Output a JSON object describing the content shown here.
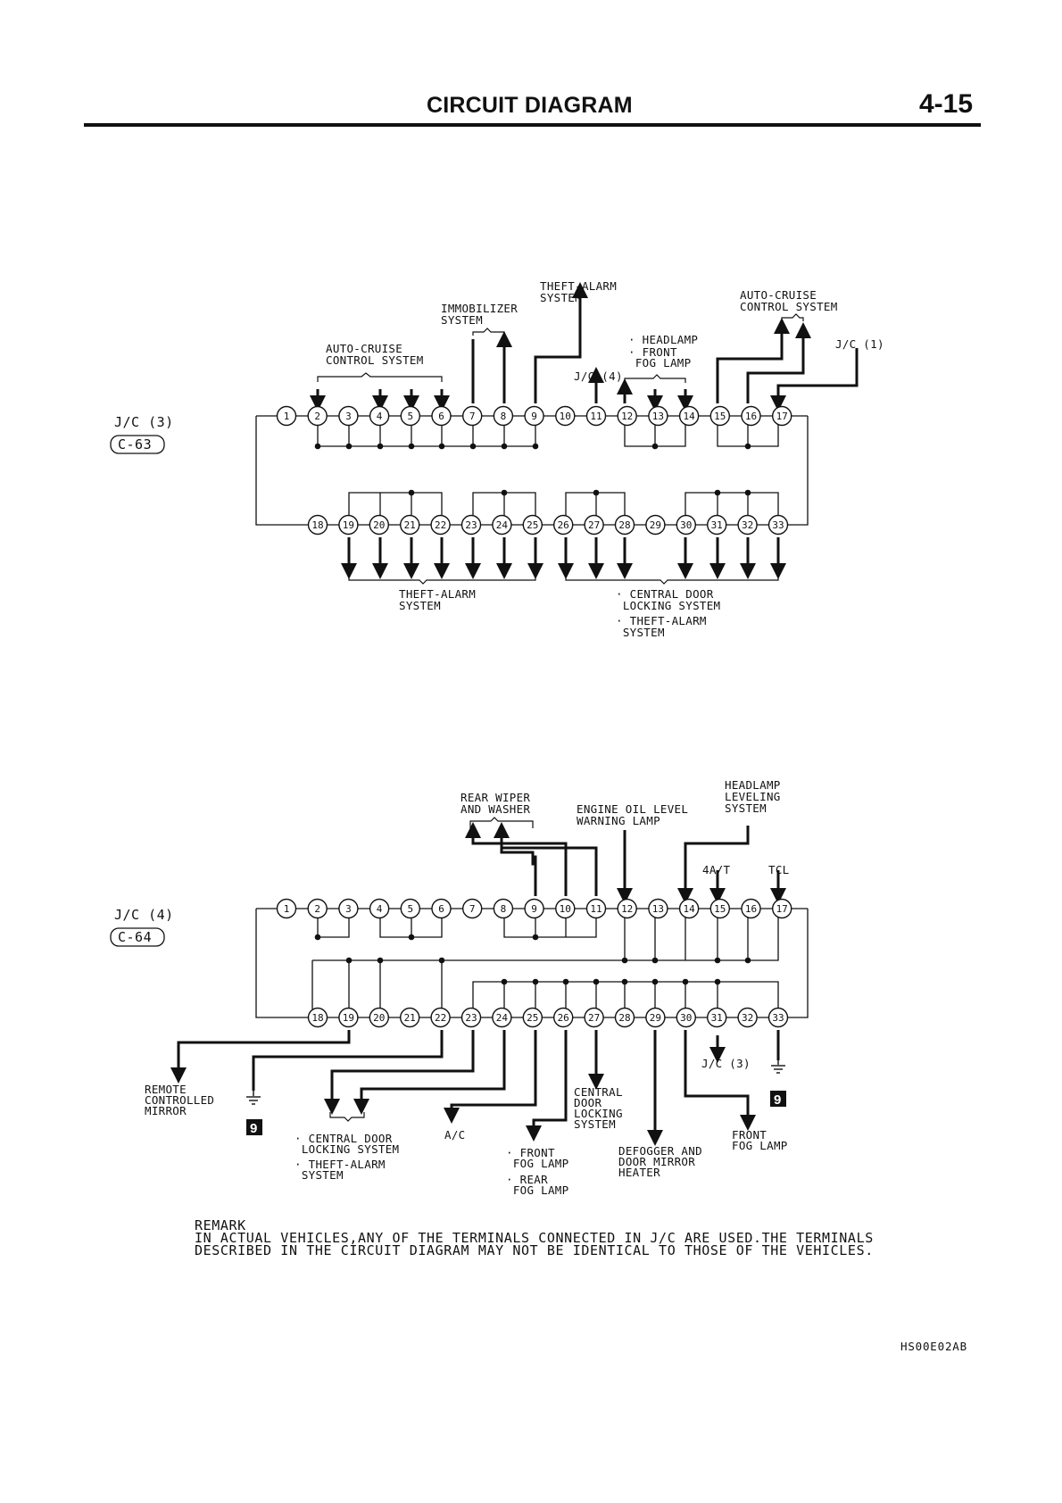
{
  "header": {
    "title": "CIRCUIT DIAGRAM",
    "page": "4-15"
  },
  "connector1": {
    "name": "J/C (3)",
    "code": "C-63",
    "top_pins": [
      "1",
      "2",
      "3",
      "4",
      "5",
      "6",
      "7",
      "8",
      "9",
      "10",
      "11",
      "12",
      "13",
      "14",
      "15",
      "16",
      "17"
    ],
    "bottom_pins": [
      "18",
      "19",
      "20",
      "21",
      "22",
      "23",
      "24",
      "25",
      "26",
      "27",
      "28",
      "29",
      "30",
      "31",
      "32",
      "33"
    ],
    "labels": {
      "auto_cruise_left": [
        "AUTO-CRUISE",
        "CONTROL SYSTEM"
      ],
      "immobilizer": [
        "IMMOBILIZER",
        "SYSTEM"
      ],
      "theft_top": [
        "THEFT-ALARM",
        "SYSTEM"
      ],
      "headlamp_fog": [
        "· HEADLAMP",
        "· FRONT",
        "  FOG LAMP"
      ],
      "jc4": "J/C (4)",
      "auto_cruise_right": [
        "AUTO-CRUISE",
        "CONTROL SYSTEM"
      ],
      "jc1": "J/C (1)",
      "theft_bottom": [
        "THEFT-ALARM",
        "SYSTEM"
      ],
      "central_theft": [
        "· CENTRAL DOOR",
        "  LOCKING SYSTEM",
        "· THEFT-ALARM",
        "  SYSTEM"
      ]
    }
  },
  "connector2": {
    "name": "J/C (4)",
    "code": "C-64",
    "top_pins": [
      "1",
      "2",
      "3",
      "4",
      "5",
      "6",
      "7",
      "8",
      "9",
      "10",
      "11",
      "12",
      "13",
      "14",
      "15",
      "16",
      "17"
    ],
    "bottom_pins": [
      "18",
      "19",
      "20",
      "21",
      "22",
      "23",
      "24",
      "25",
      "26",
      "27",
      "28",
      "29",
      "30",
      "31",
      "32",
      "33"
    ],
    "labels": {
      "rear_wiper": [
        "REAR WIPER",
        "AND WASHER"
      ],
      "engine_oil": [
        "ENGINE OIL LEVEL",
        "WARNING LAMP"
      ],
      "headlamp_leveling": [
        "HEADLAMP",
        "LEVELING",
        "SYSTEM"
      ],
      "at4": "4A/T",
      "tcl": "TCL",
      "remote_mirror": [
        "REMOTE",
        "CONTROLLED",
        "MIRROR"
      ],
      "central_theft": [
        "· CENTRAL DOOR",
        "  LOCKING SYSTEM",
        "· THEFT-ALARM",
        "  SYSTEM"
      ],
      "ac": "A/C",
      "front_rear_fog": [
        "· FRONT",
        "  FOG LAMP",
        "· REAR",
        "  FOG LAMP"
      ],
      "central_locking": [
        "CENTRAL",
        "DOOR",
        "LOCKING",
        "SYSTEM"
      ],
      "defogger": [
        "DEFOGGER AND",
        "DOOR MIRROR",
        "HEATER"
      ],
      "jc3": "J/C (3)",
      "front_fog": [
        "FRONT",
        "FOG LAMP"
      ],
      "ground_badge": "9"
    }
  },
  "remark": {
    "heading": "REMARK",
    "line1": "IN ACTUAL VEHICLES,ANY OF THE TERMINALS CONNECTED IN J/C ARE USED.THE TERMINALS",
    "line2": "DESCRIBED IN THE CIRCUIT DIAGRAM MAY NOT BE IDENTICAL TO THOSE OF THE VEHICLES."
  },
  "doc_code": "HS00E02AB"
}
